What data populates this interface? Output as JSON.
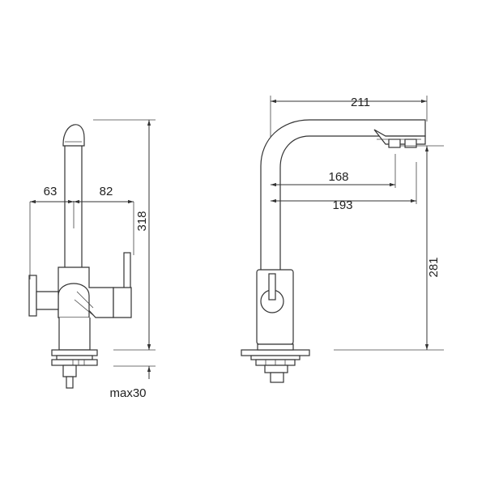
{
  "front_view": {
    "dim_left": "63",
    "dim_right": "82",
    "dim_height": "318",
    "dim_deck": "max30"
  },
  "side_view": {
    "dim_reach_total": "211",
    "dim_reach_inner": "168",
    "dim_reach_mid": "193",
    "dim_spout_height": "281"
  }
}
